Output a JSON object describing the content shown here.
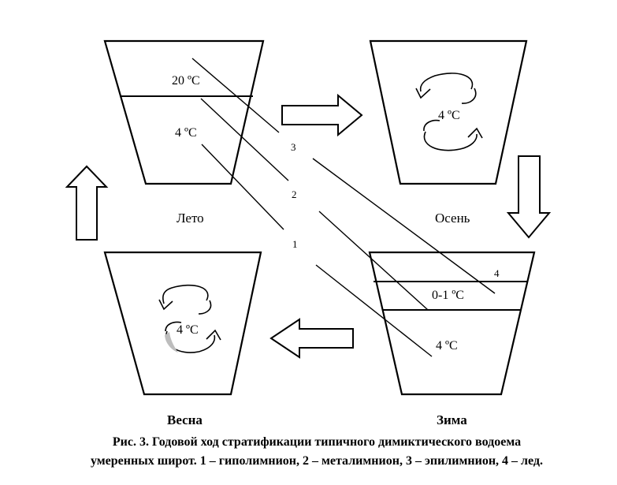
{
  "diagram": {
    "summer": {
      "season": "Лето",
      "layer_top": "20 ºC",
      "layer_bottom": "4 ºC"
    },
    "autumn": {
      "season": "Осень",
      "temp": "4 ºC"
    },
    "winter": {
      "season": "Зима",
      "ice_mark": "4",
      "layer_mid": "0-1 ºC",
      "layer_bottom": "4 ºC"
    },
    "spring": {
      "season": "Весна",
      "temp": "4 ºC"
    },
    "line_numbers": [
      "3",
      "2",
      "1"
    ]
  },
  "caption": {
    "line1": "Рис. 3. Годовой ход стратификации типичного димиктического водоема",
    "line2": "умеренных широт. 1 – гиполимнион, 2 – металимнион, 3 – эпилимнион, 4 – лед."
  },
  "colors": {
    "ink": "#000000",
    "background": "#ffffff",
    "shading": "#bdbdbd"
  }
}
